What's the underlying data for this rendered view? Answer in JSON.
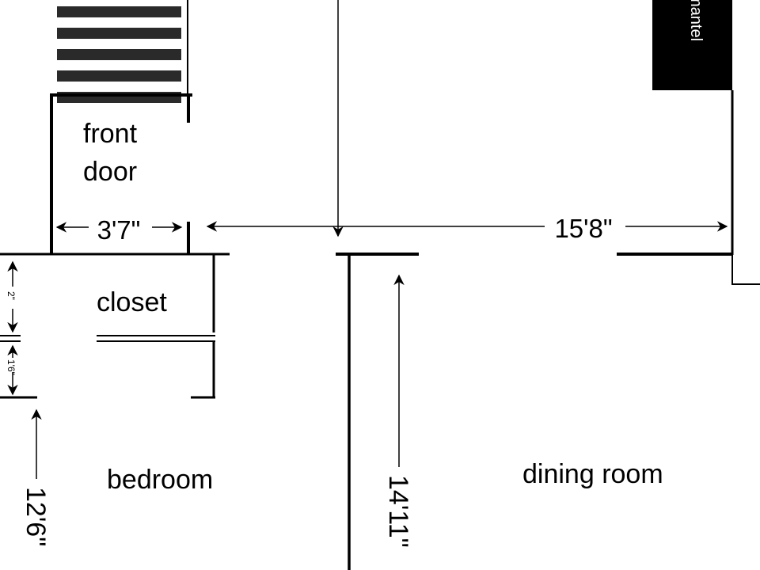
{
  "plan": {
    "rooms": {
      "front_door_line1": "front",
      "front_door_line2": "door",
      "closet": "closet",
      "bedroom": "bedroom",
      "dining_room": "dining room",
      "mantel": "mantel"
    },
    "dimensions": {
      "front_door_width": "3'7\"",
      "dining_width": "15'8\"",
      "dining_depth": "14'11\"",
      "bedroom_depth": "12'6\"",
      "closet_small_top": "2\"",
      "closet_small_bottom": "1'6\""
    }
  }
}
